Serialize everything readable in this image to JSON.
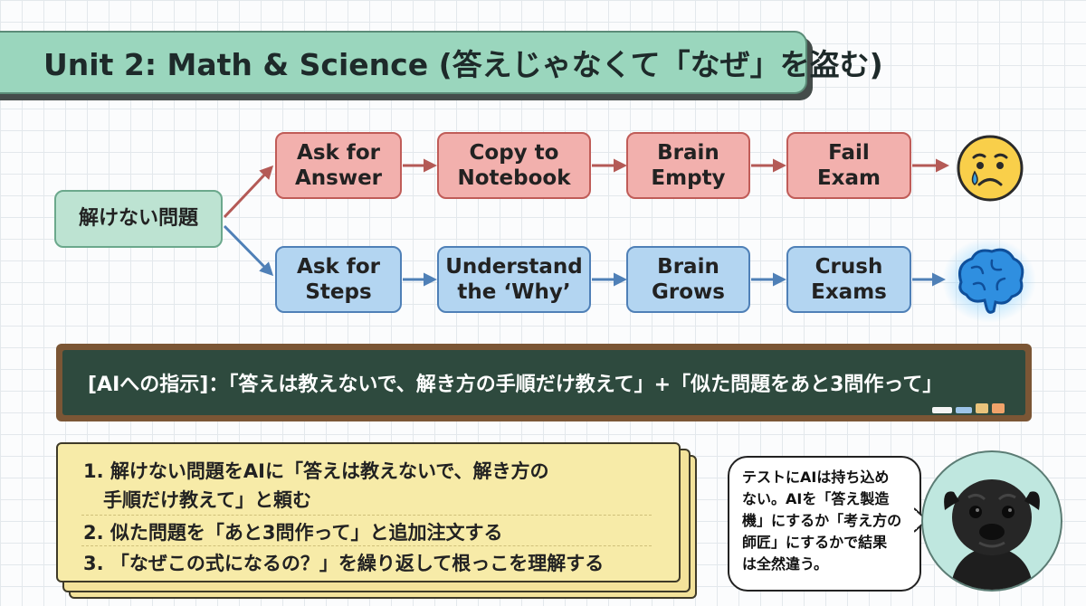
{
  "title": "Unit 2: Math & Science (答えじゃなくて「なぜ」を盗む)",
  "start_node": "解けない問題",
  "bad_path": [
    "Ask for\nAnswer",
    "Copy to\nNotebook",
    "Brain\nEmpty",
    "Fail\nExam"
  ],
  "good_path": [
    "Ask for\nSteps",
    "Understand\nthe ‘Why’",
    "Brain\nGrows",
    "Crush\nExams"
  ],
  "bad_outcome_icon": "sad-face-icon",
  "good_outcome_icon": "glowing-brain-icon",
  "colors": {
    "bad": "#f2b0ad",
    "good": "#b3d5f1",
    "banner": "#9ad6bd",
    "board": "#2e4a3e",
    "note": "#f7eba8"
  },
  "instruction": "[AIへの指示]：「答えは教えないで、解き方の手順だけ教えて」+「似た問題をあと3問作って」",
  "steps": [
    "1. 解けない問題をAIに「答えは教えないで、解き方の",
    "手順だけ教えて」と頼む",
    "2. 似た問題を「あと3問作って」と追加注文する",
    "3. 「なぜこの式になるの？」を繰り返して根っこを理解する"
  ],
  "speech": [
    "テストにAIは持ち込め",
    "ない。AIを「答え製造",
    "機」にするか「考え方の",
    "師匠」にするかで結果",
    "は全然違う。"
  ],
  "avatar_icon": "pug-dog-icon"
}
